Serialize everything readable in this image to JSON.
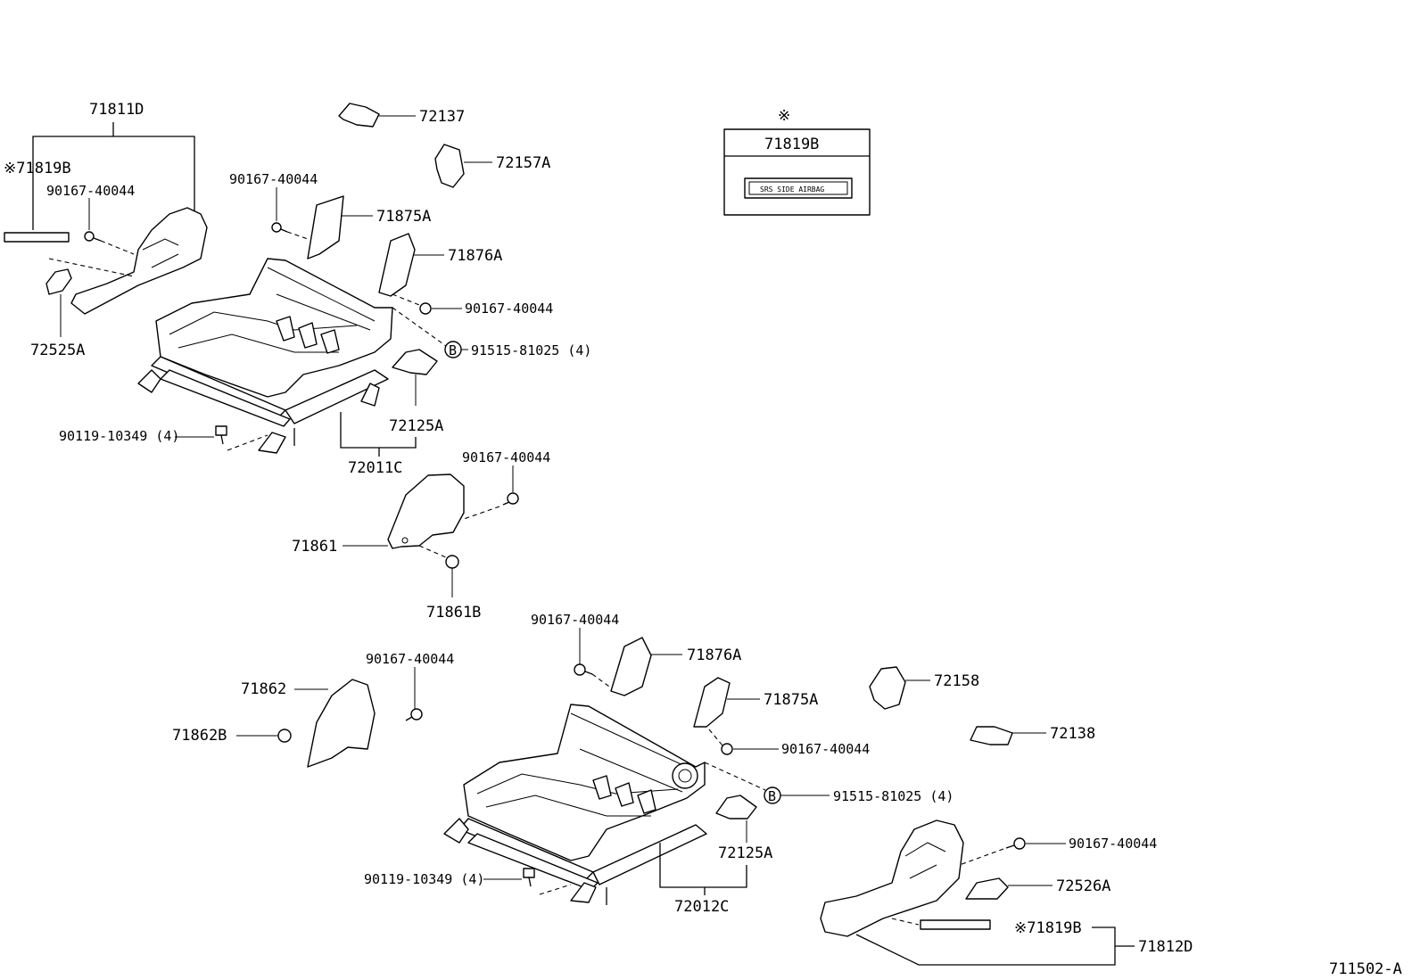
{
  "diagram_id": "711502-A",
  "labels": {
    "p71811D": "71811D",
    "p71819B_top": "※71819B",
    "p90167_a": "90167-40044",
    "p72525A": "72525A",
    "p72137": "72137",
    "p72157A": "72157A",
    "p90167_b": "90167-40044",
    "p71875A_top": "71875A",
    "p71876A_top": "71876A",
    "p90167_c": "90167-40044",
    "pB_top": "B",
    "p91515_top": "91515-81025 (4)",
    "p72125A_top": "72125A",
    "p90119_top": "90119-10349 (4)",
    "p72011C": "72011C",
    "p90167_d": "90167-40044",
    "p71861": "71861",
    "p71861B": "71861B",
    "p90167_e": "90167-40044",
    "p71876A_bot": "71876A",
    "p71875A_bot": "71875A",
    "p90167_f": "90167-40044",
    "p71862": "71862",
    "p71862B": "71862B",
    "p72158": "72158",
    "p72138": "72138",
    "p90167_g": "90167-40044",
    "pB_bot": "B",
    "p91515_bot": "91515-81025 (4)",
    "p72125A_bot": "72125A",
    "p90119_bot": "90119-10349 (4)",
    "p72012C": "72012C",
    "p90167_h": "90167-40044",
    "p72526A": "72526A",
    "p71819B_bot": "※71819B",
    "p71812D": "71812D"
  },
  "inset": {
    "mark": "※",
    "part": "71819B",
    "label_text": "SRS SIDE AIRBAG"
  }
}
